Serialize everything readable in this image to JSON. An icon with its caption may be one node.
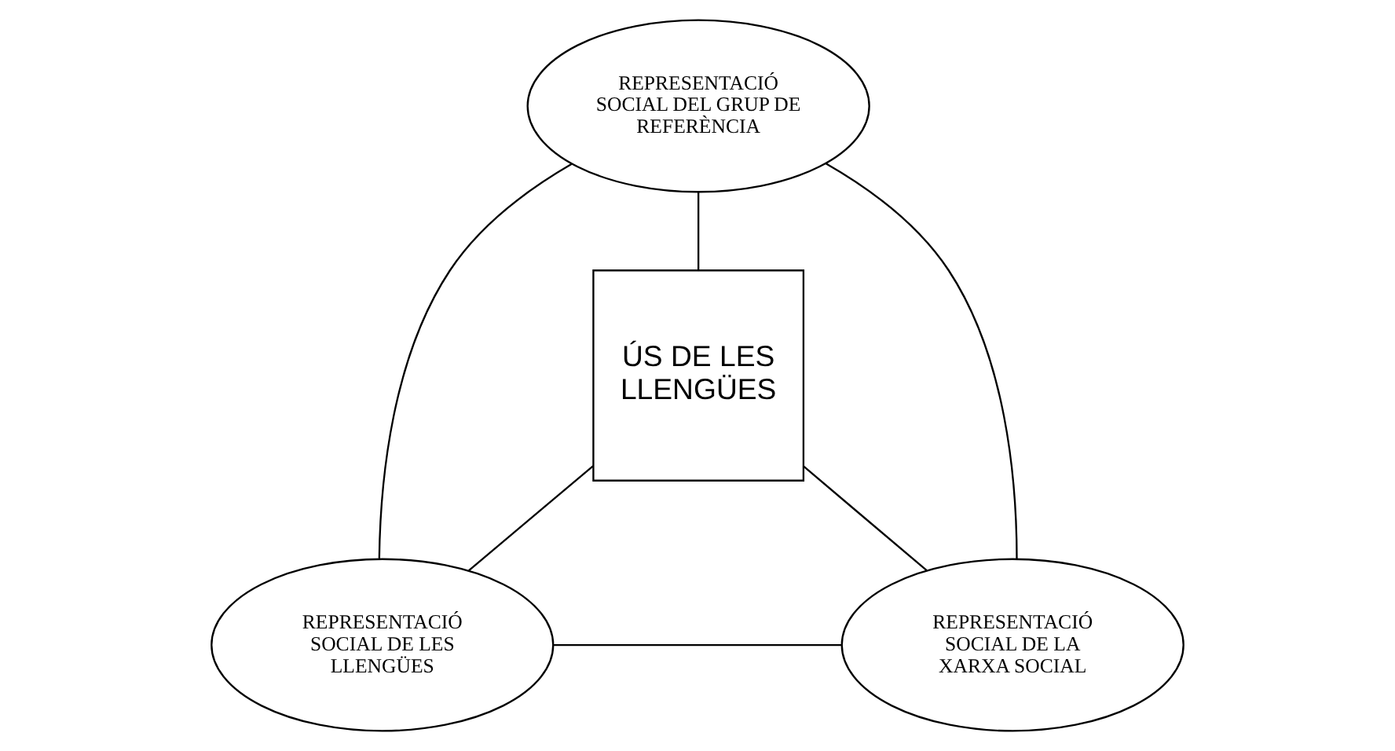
{
  "diagram": {
    "nodes": [
      {
        "text": [
          "REPRESENTACIÓ SOCIAL DEL GRUP DE REFERÈNCIA"
        ]
      },
      {
        "text": [
          "ÚS DE LES LLENGÜES"
        ]
      },
      {
        "text": [
          "REPRESENTACIÓ SOCIAL DE LES LLENGÜES"
        ]
      },
      {
        "text": [
          "REPRESENTACIÓ SOCIAL DE LA XARXA SOCIAL"
        ]
      }
    ],
    "edges": [
      {
        "from": 0,
        "to": 1,
        "arrow": "none"
      },
      {
        "from": 0,
        "to": 2,
        "arrow": "none"
      },
      {
        "from": 0,
        "to": 3,
        "arrow": "none"
      },
      {
        "from": 1,
        "to": 2,
        "arrow": "none"
      },
      {
        "from": 1,
        "to": 3,
        "arrow": "none"
      },
      {
        "from": 2,
        "to": 3,
        "arrow": "none"
      }
    ]
  }
}
